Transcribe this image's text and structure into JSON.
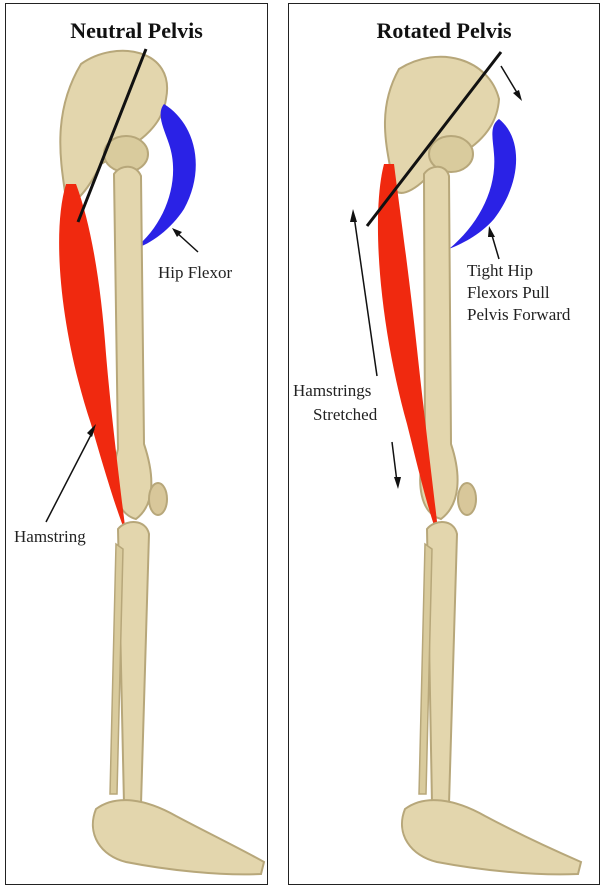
{
  "left_panel": {
    "title": "Neutral Pelvis",
    "labels": {
      "hip_flexor": "Hip Flexor",
      "hamstring": "Hamstring"
    }
  },
  "right_panel": {
    "title": "Rotated Pelvis",
    "labels": {
      "tight_hip_line1": "Tight Hip",
      "tight_hip_line2": "Flexors Pull",
      "tight_hip_line3": "Pelvis Forward",
      "hamstrings_line1": "Hamstrings",
      "hamstrings_line2": "Stretched"
    }
  },
  "colors": {
    "bone": "#e3d6ad",
    "bone_shade": "#b7a77a",
    "hamstring": "#f0290f",
    "hip_flexor": "#2a22e6",
    "line": "#111111"
  }
}
